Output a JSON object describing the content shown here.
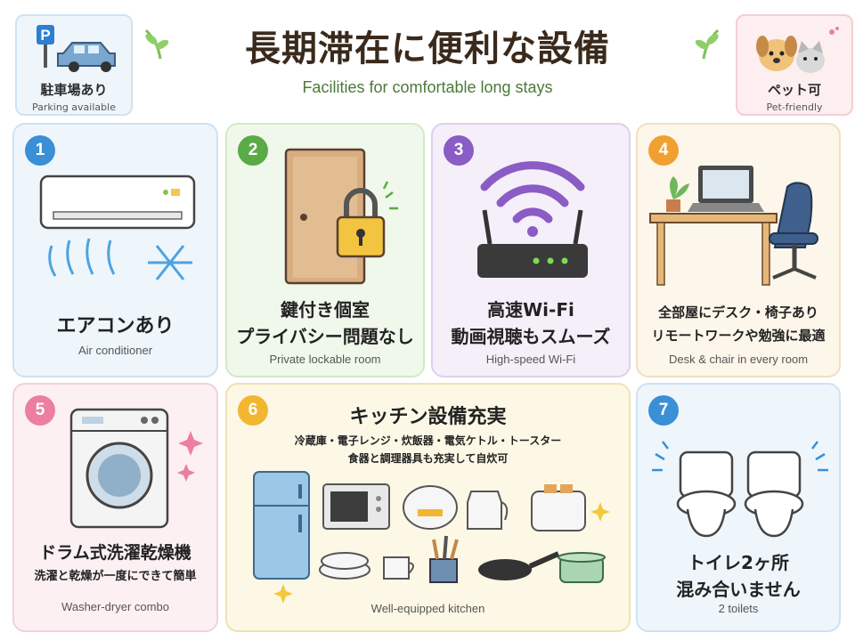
{
  "header": {
    "title": "長期滞在に便利な設備",
    "subtitle": "Facilities for comfortable long stays"
  },
  "corners": {
    "parking": {
      "jp": "駐車場あり",
      "en": "Parking available",
      "sign": "P",
      "icon": "car-icon"
    },
    "pet": {
      "jp": "ペット可",
      "en": "Pet-friendly",
      "icon": "dog-cat-icon"
    }
  },
  "features": [
    {
      "num": "1",
      "jp": "エアコンあり",
      "en": "Air conditioner",
      "icon": "air-conditioner-icon",
      "color": "#3a8fd6"
    },
    {
      "num": "2",
      "jp": "鍵付き個室",
      "jp2": "プライバシー問題なし",
      "en": "Private lockable room",
      "icon": "locked-door-icon",
      "color": "#5aaa46"
    },
    {
      "num": "3",
      "jp": "高速Wi-Fi",
      "jp2": "動画視聴もスムーズ",
      "en": "High-speed Wi-Fi",
      "icon": "wifi-router-icon",
      "color": "#8a5cc4"
    },
    {
      "num": "4",
      "jp": "全部屋にデスク・椅子あり",
      "jp2": "リモートワークや勉強に最適",
      "en": "Desk & chair in every room",
      "icon": "desk-chair-icon",
      "color": "#f0a030"
    },
    {
      "num": "5",
      "jp": "ドラム式洗濯乾燥機",
      "jp2": "洗濯と乾燥が一度にできて簡単",
      "en": "Washer-dryer combo",
      "icon": "washing-machine-icon",
      "color": "#ec7fa0"
    },
    {
      "num": "6",
      "jp": "キッチン設備充実",
      "jp2": "冷蔵庫・電子レンジ・炊飯器・電気ケトル・トースター",
      "jp3": "食器と調理器具も充実して自炊可",
      "en": "Well-equipped kitchen",
      "icon": "kitchen-appliances-icon",
      "color": "#f2b630"
    },
    {
      "num": "7",
      "jp": "トイレ2ヶ所",
      "jp2": "混み合いません",
      "en": "2 toilets",
      "icon": "toilets-icon",
      "color": "#3a8fd6"
    }
  ]
}
